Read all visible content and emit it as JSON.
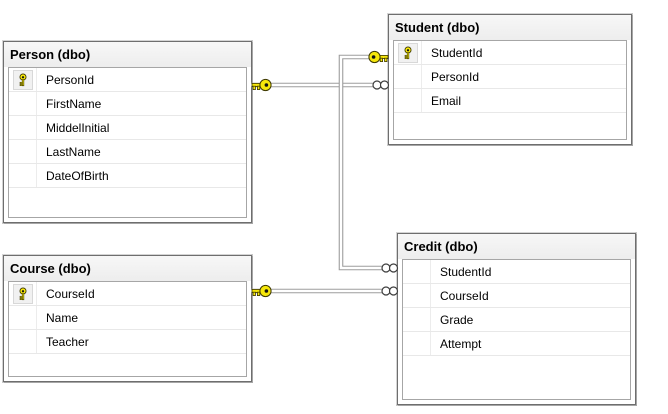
{
  "tables": [
    {
      "title": "Person (dbo)",
      "columns": [
        {
          "name": "PersonId",
          "pk": true
        },
        {
          "name": "FirstName",
          "pk": false
        },
        {
          "name": "MiddelInitial",
          "pk": false
        },
        {
          "name": "LastName",
          "pk": false
        },
        {
          "name": "DateOfBirth",
          "pk": false
        }
      ]
    },
    {
      "title": "Student (dbo)",
      "columns": [
        {
          "name": "StudentId",
          "pk": true
        },
        {
          "name": "PersonId",
          "pk": false
        },
        {
          "name": "Email",
          "pk": false
        }
      ]
    },
    {
      "title": "Course (dbo)",
      "columns": [
        {
          "name": "CourseId",
          "pk": true
        },
        {
          "name": "Name",
          "pk": false
        },
        {
          "name": "Teacher",
          "pk": false
        }
      ]
    },
    {
      "title": "Credit (dbo)",
      "columns": [
        {
          "name": "StudentId",
          "pk": false
        },
        {
          "name": "CourseId",
          "pk": false
        },
        {
          "name": "Grade",
          "pk": false
        },
        {
          "name": "Attempt",
          "pk": false
        }
      ]
    }
  ],
  "relationships": [
    {
      "one": "Person.PersonId",
      "many": "Student.PersonId",
      "one_end": "key-icon",
      "many_end": "infinity-icon"
    },
    {
      "one": "Student.StudentId",
      "many": "Credit.StudentId",
      "one_end": "key-icon",
      "many_end": "infinity-icon"
    },
    {
      "one": "Course.CourseId",
      "many": "Credit.CourseId",
      "one_end": "key-icon",
      "many_end": "infinity-icon"
    }
  ],
  "colors": {
    "background": "#ffffff",
    "table_border": "#6e6e6e",
    "grid_border": "#a6a6a6",
    "row_divider": "#e8e8e8",
    "title_background": "#f1f1f1",
    "relationship_line": "#9d9d9d",
    "key_fill": "#f6e70a",
    "key_outline": "#3d3800"
  }
}
